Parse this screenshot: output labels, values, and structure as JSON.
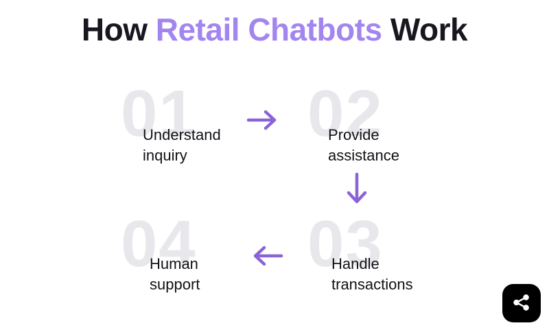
{
  "title": {
    "prefix": "How ",
    "highlight": "Retail Chatbots",
    "suffix": " Work"
  },
  "steps": [
    {
      "number": "01",
      "label": "Understand inquiry"
    },
    {
      "number": "02",
      "label": "Provide assistance"
    },
    {
      "number": "03",
      "label": "Handle transactions"
    },
    {
      "number": "04",
      "label": "Human support"
    }
  ],
  "arrows": [
    {
      "name": "arrow-right",
      "from": "01",
      "to": "02"
    },
    {
      "name": "arrow-down",
      "from": "02",
      "to": "03"
    },
    {
      "name": "arrow-left",
      "from": "03",
      "to": "04"
    }
  ],
  "colors": {
    "accent_title": "#a385ef",
    "accent_arrow": "#8a63d6",
    "heading": "#17171f",
    "label": "#101016",
    "number": "#e8e8ec",
    "badge_bg": "#000000",
    "badge_icon": "#ffffff",
    "page_bg": "#ffffff"
  },
  "icons": {
    "share": "share-icon"
  }
}
